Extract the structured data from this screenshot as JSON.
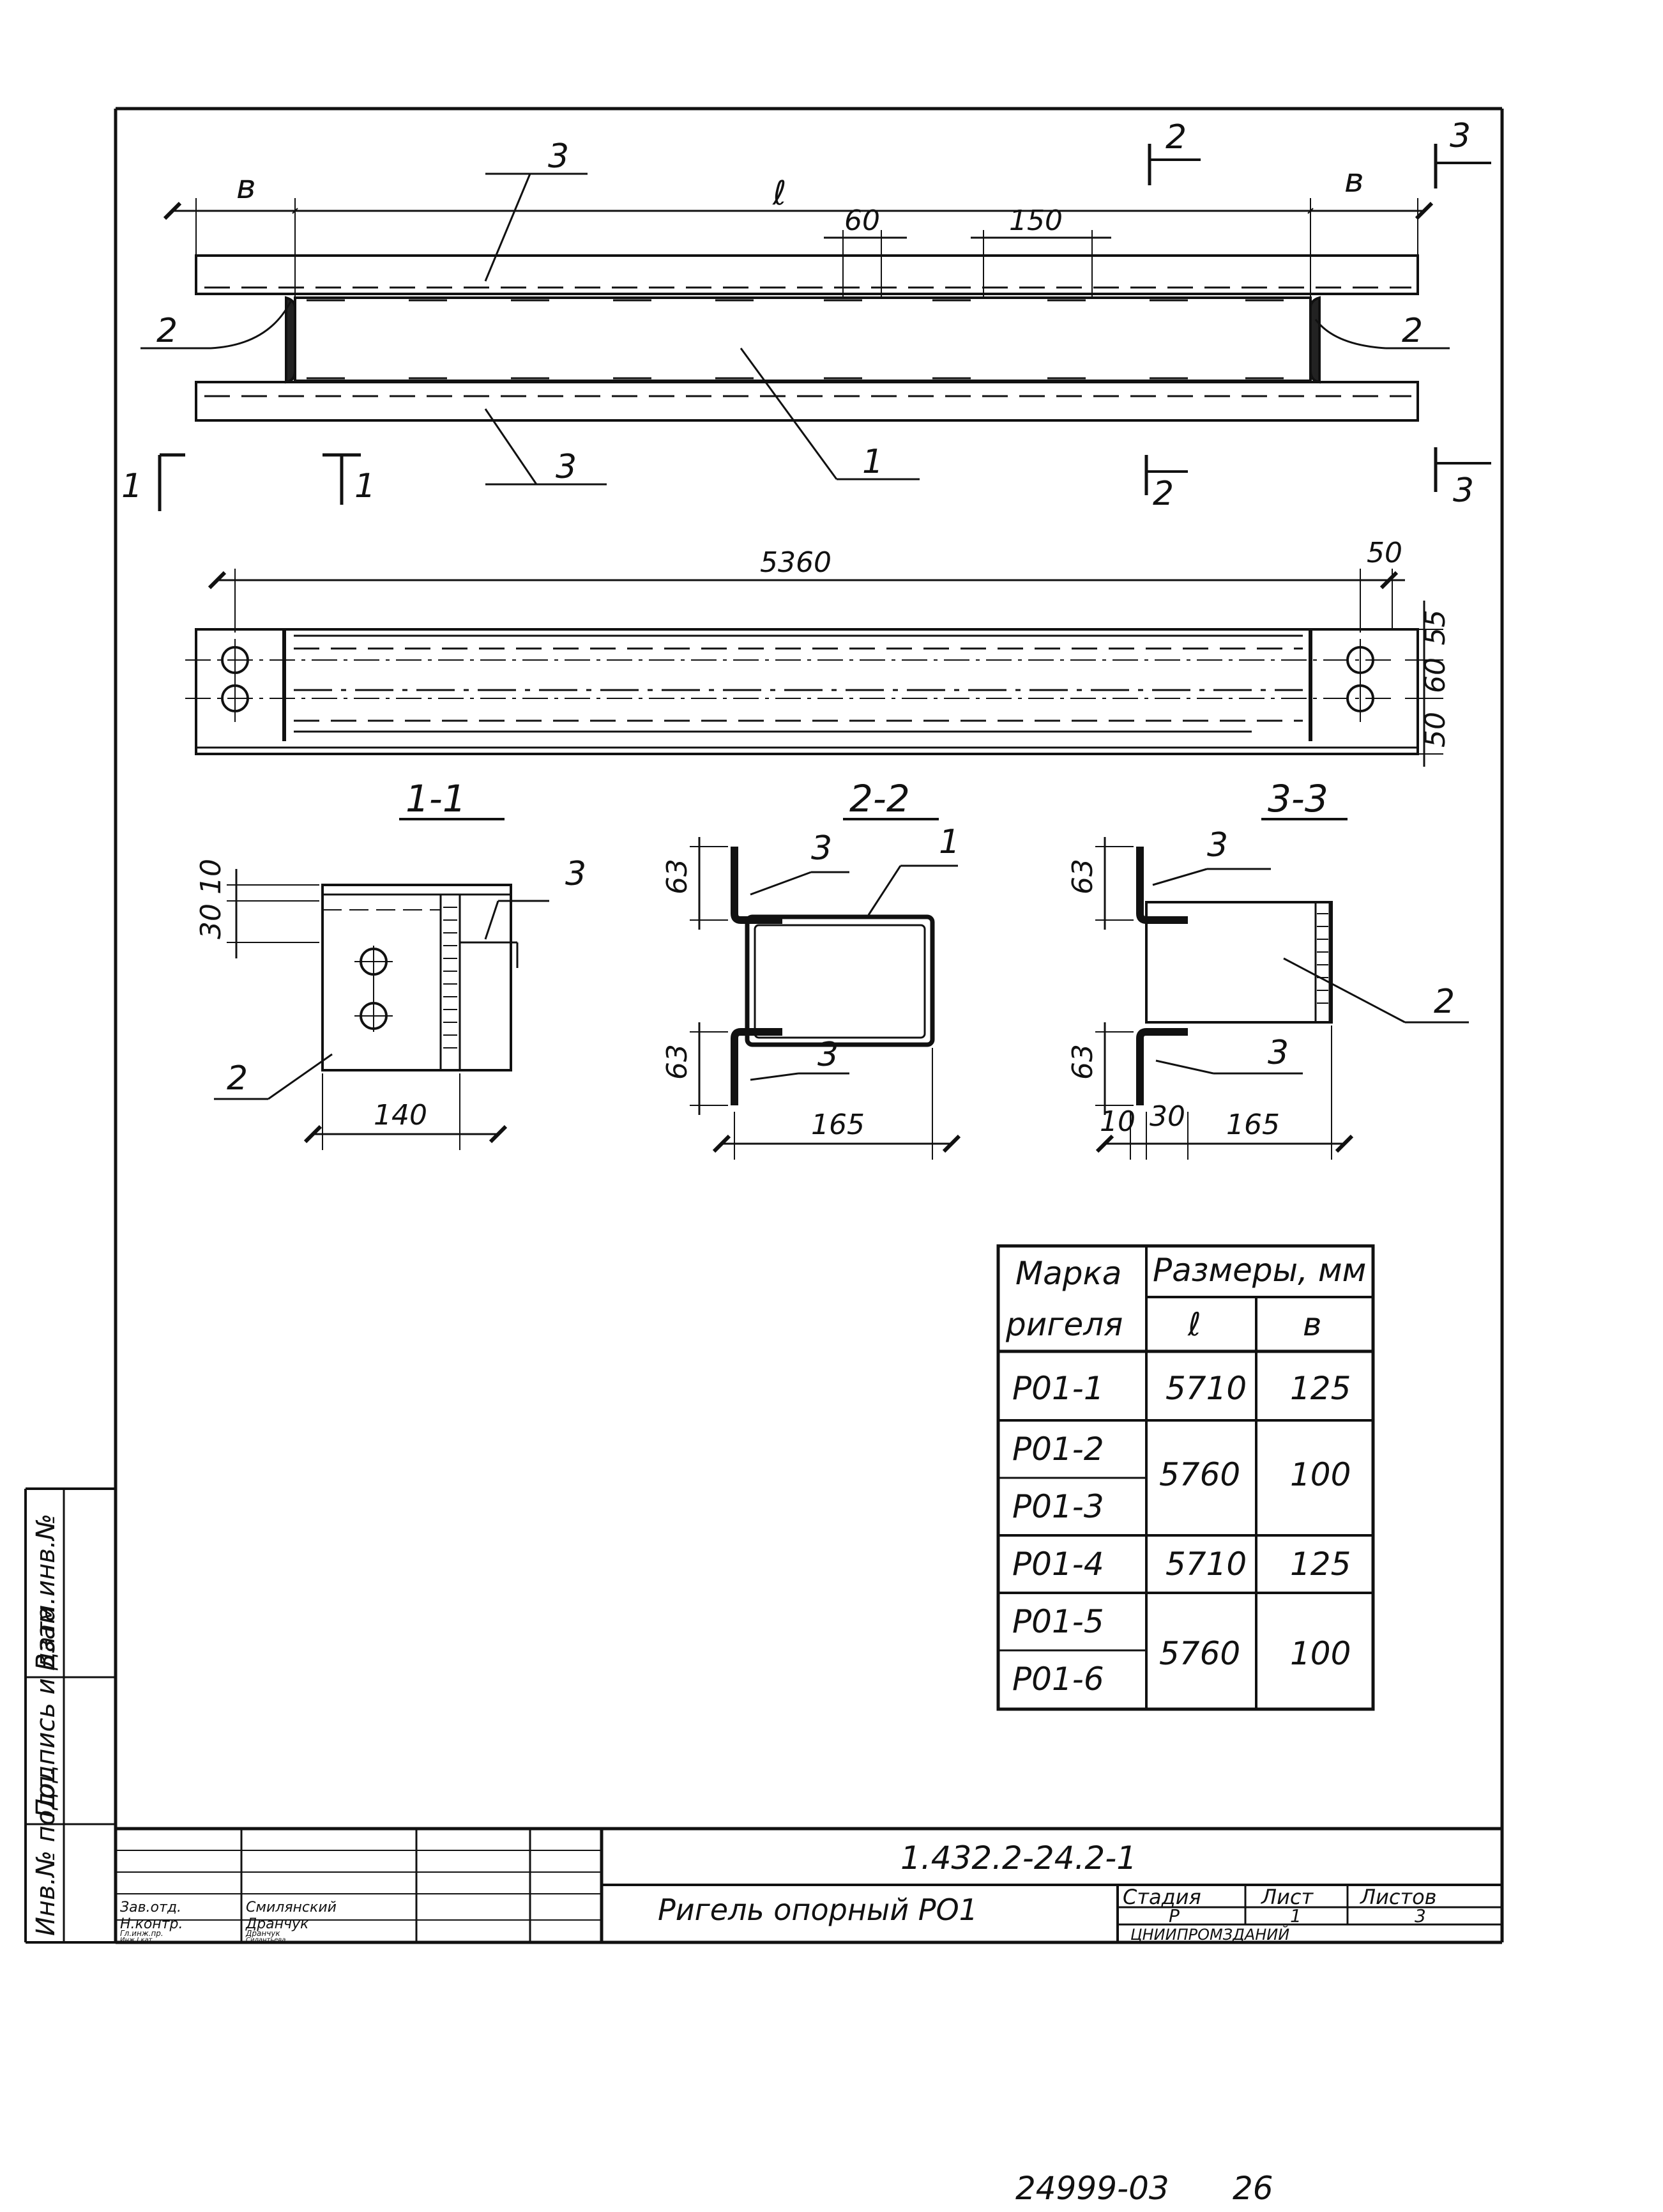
{
  "plan": {
    "dim_left": "в",
    "dim_mid": "ℓ",
    "dim_right": "в",
    "dim_60": "60",
    "dim_150": "150",
    "callout_1": "1",
    "callout_2_left": "2",
    "callout_2_right": "2",
    "callout_3_top": "3",
    "callout_3_bottom": "3",
    "cut_1_left": "1",
    "cut_1_right": "1",
    "cut_2_top": "2",
    "cut_2_bottom": "2",
    "cut_3_top": "3",
    "cut_3_bottom": "3"
  },
  "elevation": {
    "dim_length": "5360",
    "dim_end": "50",
    "dim_55": "55",
    "dim_60": "60",
    "dim_50": "50"
  },
  "sections": {
    "s1": {
      "title": "1-1",
      "dim_10": "10",
      "dim_30": "30",
      "dim_width": "140",
      "callout_3": "3",
      "callout_2": "2"
    },
    "s2": {
      "title": "2-2",
      "dim_63_top": "63",
      "dim_63_bottom": "63",
      "dim_width": "165",
      "callout_3_top": "3",
      "callout_1": "1",
      "callout_3_bottom": "3"
    },
    "s3": {
      "title": "3-3",
      "dim_63_top": "63",
      "dim_63_bottom": "63",
      "dim_10": "10",
      "dim_30": "30",
      "dim_width": "165",
      "callout_3_top": "3",
      "callout_3_bottom": "3",
      "callout_2": "2"
    }
  },
  "table": {
    "header_mark_1": "Марка",
    "header_mark_2": "ригеля",
    "header_sizes": "Размеры, мм",
    "col_l": "ℓ",
    "col_b": "в",
    "rows": [
      {
        "mark": "Р01-1",
        "l": "5710",
        "b": "125"
      },
      {
        "mark": "Р01-2",
        "l": "5760",
        "b": "100"
      },
      {
        "mark": "Р01-3"
      },
      {
        "mark": "Р01-4",
        "l": "5710",
        "b": "125"
      },
      {
        "mark": "Р01-5",
        "l": "5760",
        "b": "100"
      },
      {
        "mark": "Р01-6"
      }
    ]
  },
  "title_block": {
    "code": "1.432.2-24.2-1",
    "title": "Ригель опорный РО1",
    "stage_label": "Стадия",
    "sheet_label": "Лист",
    "sheets_label": "Листов",
    "stage_value": "Р",
    "sheet_value": "1",
    "sheets_value": "3",
    "organization": "ЦНИИПРОМЗДАНИЙ",
    "roles": [
      {
        "role": "Зав.отд.",
        "name": "Смилянский"
      },
      {
        "role": "Н.контр.",
        "name": "Дранчук"
      },
      {
        "role": "Гл.инж.пр.",
        "name": "Дранчук"
      },
      {
        "role": "Инж.I кат.",
        "name": "Силантьева"
      }
    ]
  },
  "side_stamp": {
    "inv_original": "Инв.№ подл.",
    "sign_date": "Подпись и дата",
    "replace_inv": "Взам.инв.№"
  },
  "footer": {
    "number": "24999-03",
    "page": "26"
  }
}
